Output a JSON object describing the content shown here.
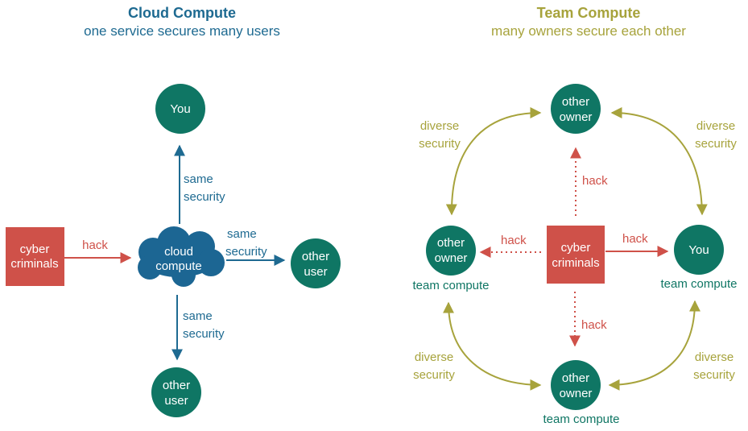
{
  "colors": {
    "blue": "#1e6a91",
    "cloud": "#1c6693",
    "green": "#0f7664",
    "olive": "#a7a33c",
    "red": "#cf5149"
  },
  "left": {
    "title": "Cloud Compute",
    "subtitle": "one service secures many users",
    "criminals": [
      "cyber",
      "criminals"
    ],
    "hack": "hack",
    "cloud": [
      "cloud",
      "compute"
    ],
    "you": "You",
    "other_user_right": [
      "other",
      "user"
    ],
    "other_user_bottom": [
      "other",
      "user"
    ],
    "same_security_up": [
      "same",
      "security"
    ],
    "same_security_right": [
      "same",
      "security"
    ],
    "same_security_down": [
      "same",
      "security"
    ]
  },
  "right": {
    "title": "Team Compute",
    "subtitle": "many owners secure each other",
    "criminals": [
      "cyber",
      "criminals"
    ],
    "top_owner": [
      "other",
      "owner"
    ],
    "left_owner": [
      "other",
      "owner"
    ],
    "left_caption": "team compute",
    "you": "You",
    "you_caption": "team compute",
    "bottom_owner": [
      "other",
      "owner"
    ],
    "bottom_caption": "team compute",
    "hack_up": "hack",
    "hack_left": "hack",
    "hack_right": "hack",
    "hack_down": "hack",
    "diverse_tl": [
      "diverse",
      "security"
    ],
    "diverse_tr": [
      "diverse",
      "security"
    ],
    "diverse_bl": [
      "diverse",
      "security"
    ],
    "diverse_br": [
      "diverse",
      "security"
    ]
  }
}
